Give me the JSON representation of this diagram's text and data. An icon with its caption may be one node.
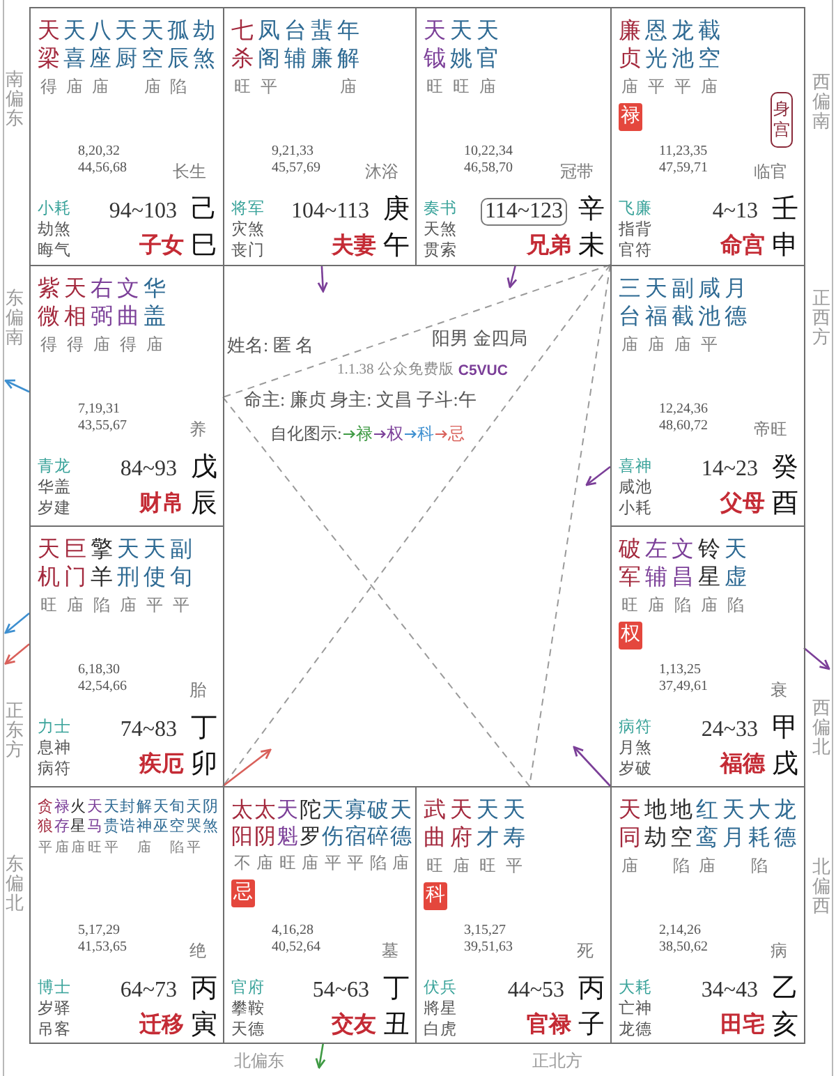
{
  "diagram": {
    "nodes": [
      {
        "text": [
          "天梁",
          "天喜",
          "八座",
          "天厨",
          "天空",
          "孤辰",
          "劫煞",
          "得",
          "庙",
          "庙",
          "庙",
          "陷",
          "8,20,32 44,56,68",
          "长生",
          "小耗",
          "94~103",
          "己",
          "劫煞",
          "晦气",
          "子女",
          "巳"
        ],
        "beside": [
          "南偏东"
        ]
      },
      {
        "text": [
          "七杀",
          "凤阁",
          "台辅",
          "蜚廉",
          "年解",
          "旺",
          "平",
          "庙",
          "9,21,33 45,57,69",
          "沐浴",
          "将军",
          "104~113",
          "庚",
          "灾煞",
          "丧门",
          "夫妻",
          "午"
        ]
      },
      {
        "text": [
          "天钺",
          "天姚",
          "天官",
          "旺",
          "旺",
          "庙",
          "10,22,34 46,58,70",
          "冠带",
          "奏书",
          "114~123",
          "辛",
          "天煞",
          "贯索",
          "兄弟",
          "未"
        ]
      },
      {
        "text": [
          "廉贞",
          "恩光",
          "龙池",
          "截空",
          "庙",
          "平",
          "平",
          "庙",
          "禄",
          "身宫",
          "11,23,35 47,59,71",
          "临官",
          "飞廉",
          "4~13",
          "壬",
          "指背",
          "官符",
          "命宫",
          "申"
        ],
        "beside": [
          "西偏南"
        ]
      },
      {
        "text": [
          "紫微",
          "天相",
          "右弼",
          "文曲",
          "华盖",
          "得",
          "得",
          "庙",
          "得",
          "庙",
          "7,19,31 43,55,67",
          "养",
          "青龙",
          "84~93",
          "戊",
          "华盖",
          "岁建",
          "财帛",
          "辰"
        ],
        "beside": [
          "东偏南"
        ]
      },
      {
        "text": [
          "三台",
          "天福",
          "副截",
          "咸池",
          "月德",
          "庙",
          "庙",
          "庙",
          "平",
          "12,24,36 48,60,72",
          "帝旺",
          "喜神",
          "14~23",
          "癸",
          "咸池",
          "小耗",
          "父母",
          "酉"
        ],
        "beside": [
          "正西方"
        ]
      },
      {
        "text": [
          "天机",
          "巨门",
          "擎羊",
          "天刑",
          "天使",
          "副旬",
          "旺",
          "庙",
          "陷",
          "庙",
          "平",
          "平",
          "6,18,30 42,54,66",
          "胎",
          "力士",
          "74~83",
          "丁",
          "息神",
          "病符",
          "疾厄",
          "卯"
        ],
        "beside": [
          "正东方"
        ]
      },
      {
        "text": [
          "破军",
          "左辅",
          "文昌",
          "铃星",
          "天虚",
          "旺",
          "庙",
          "陷",
          "庙",
          "陷",
          "权",
          "1,13,25 37,49,61",
          "衰",
          "病符",
          "24~33",
          "甲",
          "月煞",
          "岁破",
          "福德",
          "戌"
        ],
        "beside": [
          "西偏北"
        ]
      },
      {
        "text": [
          "贪狼",
          "禄存",
          "火星",
          "天马",
          "天贵",
          "封诰",
          "解神",
          "天巫",
          "旬空",
          "天哭",
          "阴煞",
          "平",
          "庙",
          "庙",
          "旺",
          "平",
          "庙",
          "陷",
          "平",
          "5,17,29 41,53,65",
          "绝",
          "博士",
          "64~73",
          "丙",
          "岁驿",
          "吊客",
          "迁移",
          "寅"
        ],
        "beside": [
          "东偏北"
        ]
      },
      {
        "text": [
          "太阳",
          "太阴",
          "天魁",
          "陀罗",
          "天伤",
          "寡宿",
          "破碎",
          "天德",
          "不",
          "庙",
          "旺",
          "庙",
          "平",
          "平",
          "陷",
          "庙",
          "忌",
          "4,16,28 40,52,64",
          "墓",
          "官府",
          "54~63",
          "丁",
          "攀鞍",
          "天德",
          "交友",
          "丑"
        ],
        "beside": [
          "北偏东"
        ]
      },
      {
        "text": [
          "武曲",
          "天府",
          "天才",
          "天寿",
          "旺",
          "庙",
          "旺",
          "平",
          "科",
          "3,15,27 39,51,63",
          "死",
          "伏兵",
          "44~53",
          "丙",
          "將星",
          "白虎",
          "官禄",
          "子"
        ],
        "beside": [
          "正北方"
        ]
      },
      {
        "text": [
          "天同",
          "地劫",
          "地空",
          "红鸾",
          "天月",
          "大耗",
          "龙德",
          "庙",
          "陷",
          "庙",
          "陷",
          "2,14,26 38,50,62",
          "病",
          "大耗",
          "34~43",
          "乙",
          "亡神",
          "龙德",
          "田宅",
          "亥"
        ],
        "beside": [
          "北偏西"
        ]
      }
    ],
    "edges": [
      {
        "from": 3,
        "to": 4,
        "arrow": "none",
        "style": "dashed",
        "color": "#9a9a9a"
      },
      {
        "from": 3,
        "to": 10,
        "arrow": "none",
        "style": "dashed",
        "color": "#9a9a9a"
      },
      {
        "from": 4,
        "to": 10,
        "arrow": "none",
        "style": "dashed",
        "color": "#9a9a9a"
      },
      {
        "from": 3,
        "to": 8,
        "arrow": "none",
        "style": "dashed",
        "color": "#9a9a9a"
      },
      {
        "from": 1,
        "to": null,
        "arrow": "to",
        "color": "#7b3f98"
      },
      {
        "from": 2,
        "to": null,
        "arrow": "to",
        "color": "#7b3f98"
      },
      {
        "from": 4,
        "to": null,
        "arrow": "to",
        "color": "#3d8fd0"
      },
      {
        "from": 5,
        "to": null,
        "arrow": "to",
        "color": "#7b3f98"
      },
      {
        "from": 6,
        "to": null,
        "arrow": "to",
        "color": "#3d8fd0"
      },
      {
        "from": 6,
        "to": null,
        "arrow": "to",
        "color": "#d9605a"
      },
      {
        "from": 7,
        "to": null,
        "arrow": "to",
        "color": "#7b3f98"
      },
      {
        "from": 8,
        "to": null,
        "arrow": "to",
        "color": "#d9605a"
      },
      {
        "from": 11,
        "to": null,
        "arrow": "to",
        "color": "#7b3f98"
      },
      {
        "from": 9,
        "to": null,
        "arrow": "to",
        "color": "#3f9a44"
      }
    ],
    "labels": [
      "1.1.38 公众免费版",
      "C5VUC",
      "姓名: 匿 名",
      "阳男 金四局",
      "命主: 廉贞 身主: 文昌 子斗:午",
      "自化图示:"
    ],
    "legend": [
      {
        "text": "禄",
        "color": "#3f9a44"
      },
      {
        "text": "权",
        "color": "#7b3f98"
      },
      {
        "text": "科",
        "color": "#3d8fd0"
      },
      {
        "text": "忌",
        "color": "#d9605a"
      }
    ]
  }
}
